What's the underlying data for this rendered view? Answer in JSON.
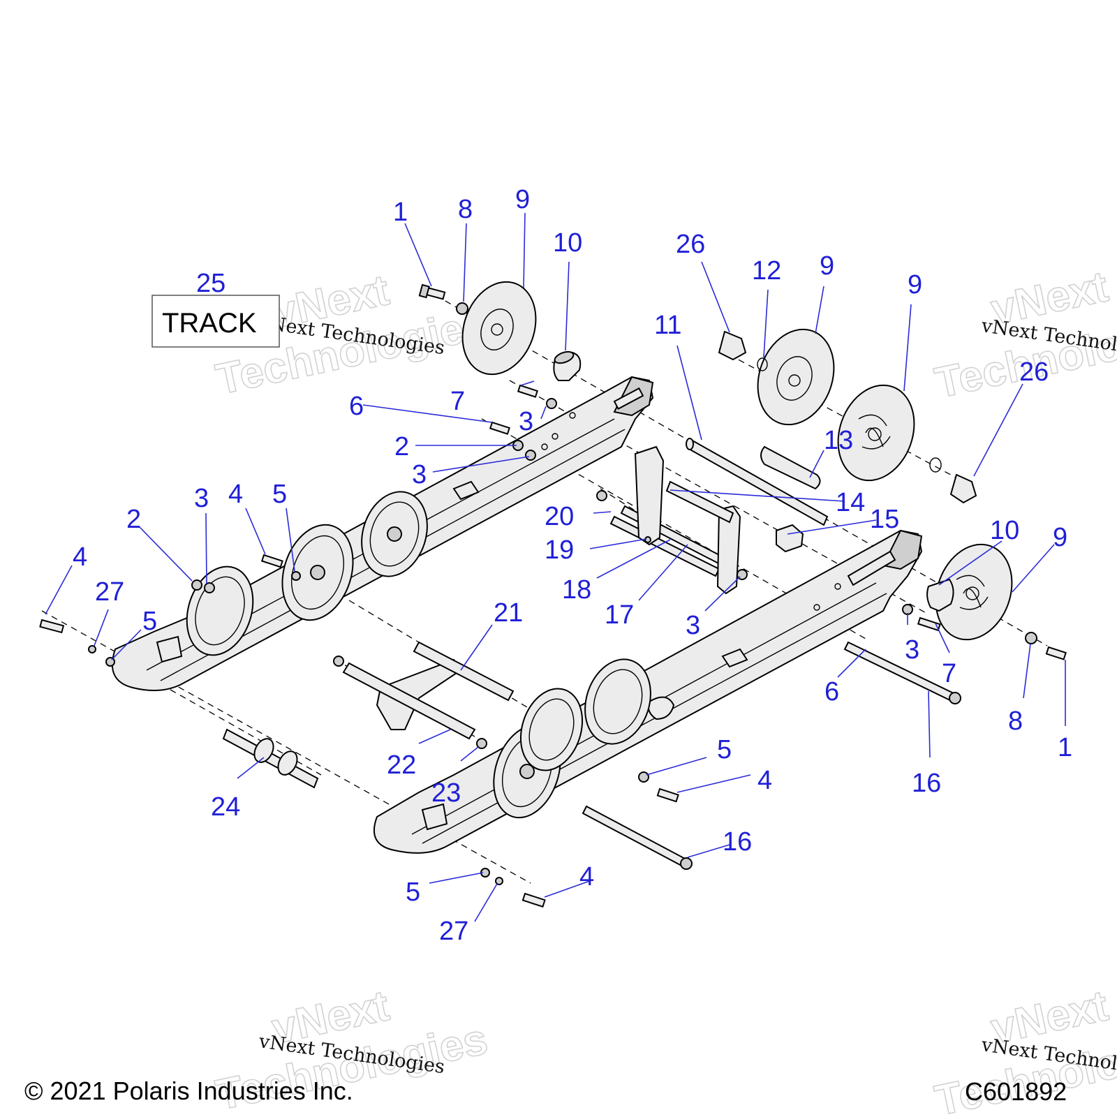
{
  "track_label": "TRACK",
  "copyright": "© 2021 Polaris Industries Inc.",
  "figure_code": "C601892",
  "watermark": {
    "brand_large": "vNext",
    "tech_large": "Technologies",
    "small": "vNext Technologies"
  },
  "callouts": {
    "c1a": "1",
    "c8a": "8",
    "c9a": "9",
    "c10a": "10",
    "c25": "25",
    "c26a": "26",
    "c12": "12",
    "c9b": "9",
    "c9c": "9",
    "c11": "11",
    "c26b": "26",
    "c7a": "7",
    "c6a": "6",
    "c3a": "3",
    "c2a": "2",
    "c3b": "3",
    "c13": "13",
    "c14": "14",
    "c20": "20",
    "c15": "15",
    "c10b": "10",
    "c9d": "9",
    "c19": "19",
    "c18": "18",
    "c17": "17",
    "c3c": "3",
    "c3d": "3",
    "c4a": "4",
    "c5a": "5",
    "c2b": "2",
    "c3e": "3",
    "c4b": "4",
    "c27a": "27",
    "c5b": "5",
    "c21": "21",
    "c7b": "7",
    "c6b": "6",
    "c8b": "8",
    "c1b": "1",
    "c16a": "16",
    "c22": "22",
    "c23": "23",
    "c24": "24",
    "c5c": "5",
    "c4c": "4",
    "c16b": "16",
    "c5d": "5",
    "c4d": "4",
    "c27b": "27"
  }
}
